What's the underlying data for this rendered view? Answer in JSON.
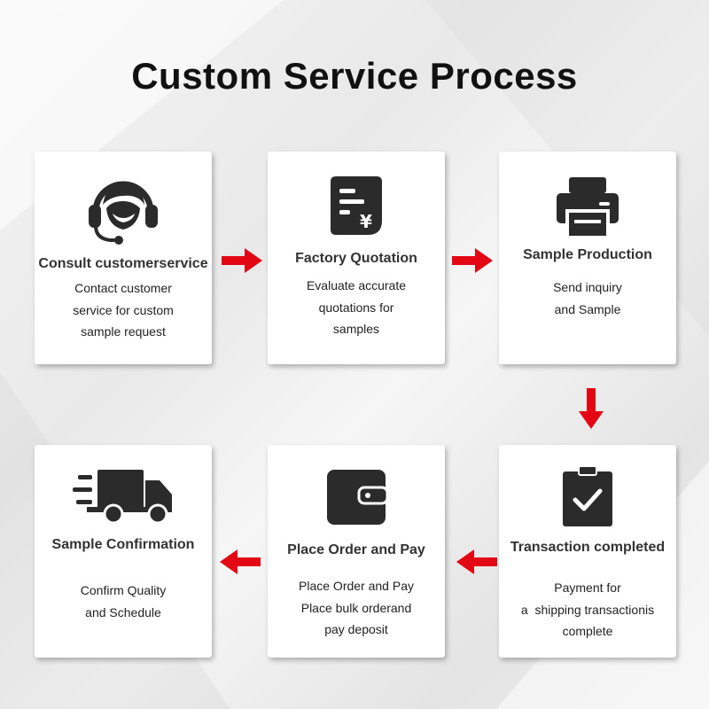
{
  "title": "Custom Service Process",
  "colors": {
    "arrow": "#e30613",
    "icon": "#2b2b2b",
    "card": "#ffffff"
  },
  "steps": [
    {
      "heading": "Consult customerservice",
      "icon": "headset-agent-icon",
      "lines": [
        "Contact customer",
        "service for custom",
        "sample request"
      ]
    },
    {
      "heading": "Factory Quotation",
      "icon": "quotation-yen-icon",
      "lines": [
        "Evaluate accurate",
        "quotations for",
        "samples"
      ]
    },
    {
      "heading": "Sample Production",
      "icon": "printer-icon",
      "lines": [
        "Send inquiry",
        "and Sample"
      ]
    },
    {
      "heading": "Transaction completed",
      "icon": "clipboard-check-icon",
      "lines": [
        "Payment for",
        "a  shipping transactionis",
        "complete"
      ]
    },
    {
      "heading": "Place Order and Pay",
      "icon": "wallet-icon",
      "lines": [
        "Place Order and Pay",
        "Place bulk orderand",
        "pay deposit"
      ]
    },
    {
      "heading": "Sample Confirmation",
      "icon": "delivery-truck-icon",
      "lines": [
        "Confirm Quality",
        "and Schedule"
      ]
    }
  ]
}
